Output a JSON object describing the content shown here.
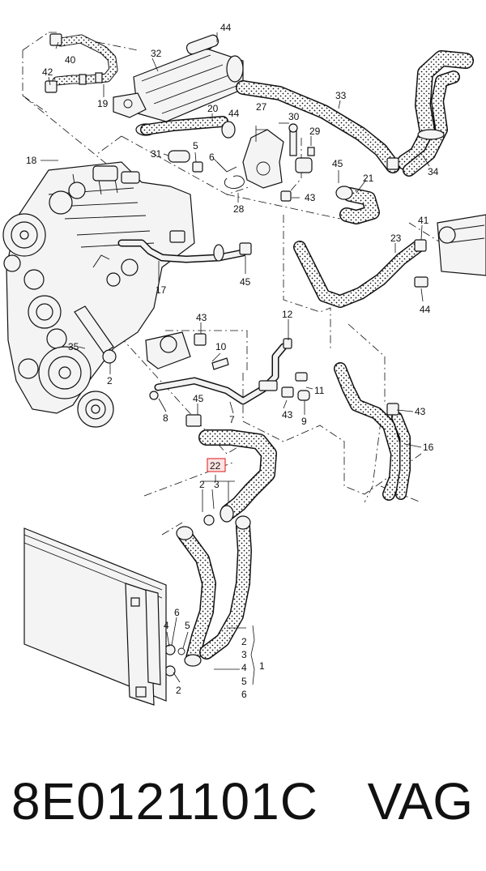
{
  "callouts": {
    "c40": "40",
    "c44a": "44",
    "c32": "32",
    "c42": "42",
    "c19": "19",
    "c33": "33",
    "c20": "20",
    "c44b": "44",
    "c27": "27",
    "c30": "30",
    "c29": "29",
    "c34": "34",
    "c18": "18",
    "c31": "31",
    "c5a": "5",
    "c6a": "6",
    "c45a": "45",
    "c21": "21",
    "c43a": "43",
    "c28": "28",
    "c41": "41",
    "c23": "23",
    "c45b": "45",
    "c44c": "44",
    "c17": "17",
    "c43b": "43",
    "c12": "12",
    "c35": "35",
    "c10": "10",
    "c2a": "2",
    "c11": "11",
    "c8": "8",
    "c45c": "45",
    "c7": "7",
    "c43c": "43",
    "c9": "9",
    "c43d": "43",
    "c16": "16",
    "c22": "22",
    "c2b": "2",
    "c3a": "3",
    "c6b": "6",
    "c4a": "4",
    "c5b": "5",
    "c2c": "2",
    "c2d": "2",
    "c3b": "3",
    "c4b": "4",
    "c5c": "5",
    "c6c": "6",
    "c1": "1"
  },
  "highlight_color": "#e23b3b",
  "footer": {
    "part_number": "8E0121101C",
    "brand": "VAG"
  }
}
